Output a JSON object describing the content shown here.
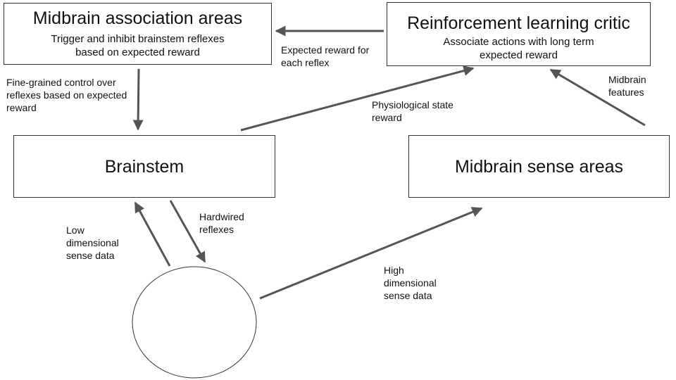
{
  "colors": {
    "arrow": "#555555",
    "border": "#333333",
    "text": "#111111"
  },
  "nodes": {
    "midbrain_association": {
      "title": "Midbrain association areas",
      "subtitle": "Trigger and inhibit brainstem reflexes\nbased on expected reward"
    },
    "rl_critic": {
      "title": "Reinforcement learning critic",
      "subtitle": "Associate actions with long term\nexpected reward"
    },
    "brainstem": {
      "title": "Brainstem"
    },
    "midbrain_sense": {
      "title": "Midbrain sense areas"
    }
  },
  "edge_labels": {
    "expected_reward": "Expected reward for\neach reflex",
    "fine_grained": "Fine-grained control over\nreflexes based on expected\nreward",
    "physiological": "Physiological state\nreward",
    "midbrain_features": "Midbrain\nfeatures",
    "low_dim": "Low\ndimensional\nsense data",
    "hardwired": "Hardwired\nreflexes",
    "high_dim": "High\ndimensional\nsense data"
  }
}
